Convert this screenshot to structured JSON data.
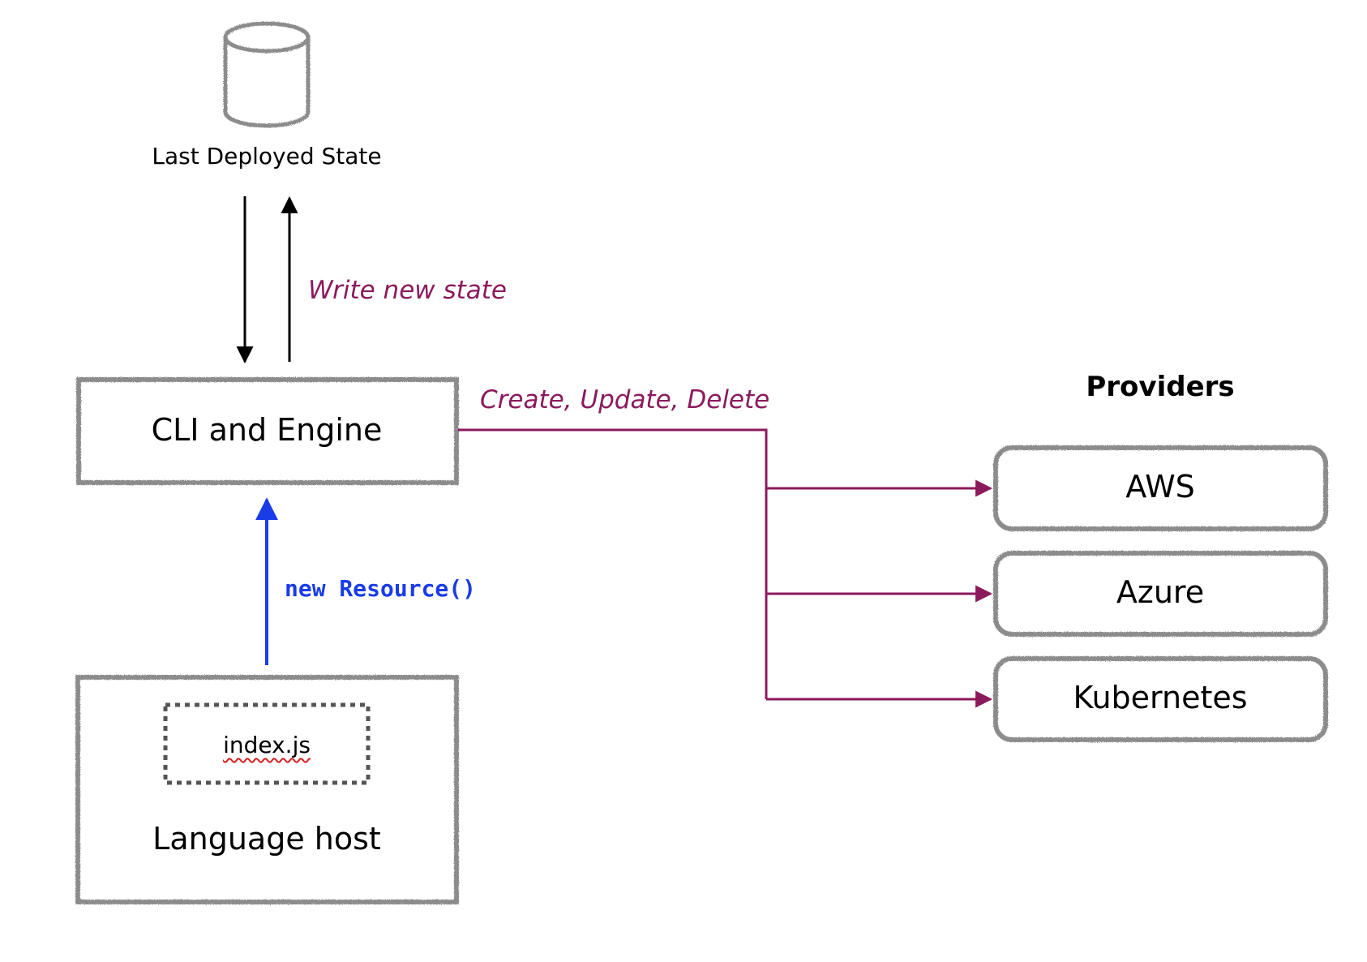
{
  "nodes": {
    "state_store": {
      "label": "Last Deployed State"
    },
    "cli_engine": {
      "label": "CLI and Engine"
    },
    "language_host": {
      "label": "Language host"
    },
    "program_file": {
      "label": "index.js"
    },
    "providers_title": "Providers",
    "providers": [
      {
        "label": "AWS"
      },
      {
        "label": "Azure"
      },
      {
        "label": "Kubernetes"
      }
    ]
  },
  "edges": {
    "write_state": "Write new state",
    "provider_ops": "Create, Update, Delete",
    "register_resource": "new Resource()"
  },
  "colors": {
    "box_border": "#8c8c8c",
    "arrow_dark": "#000000",
    "accent_purple": "#8b1a5c",
    "accent_blue": "#1a3ce8",
    "spellcheck_underline": "#d62020"
  }
}
